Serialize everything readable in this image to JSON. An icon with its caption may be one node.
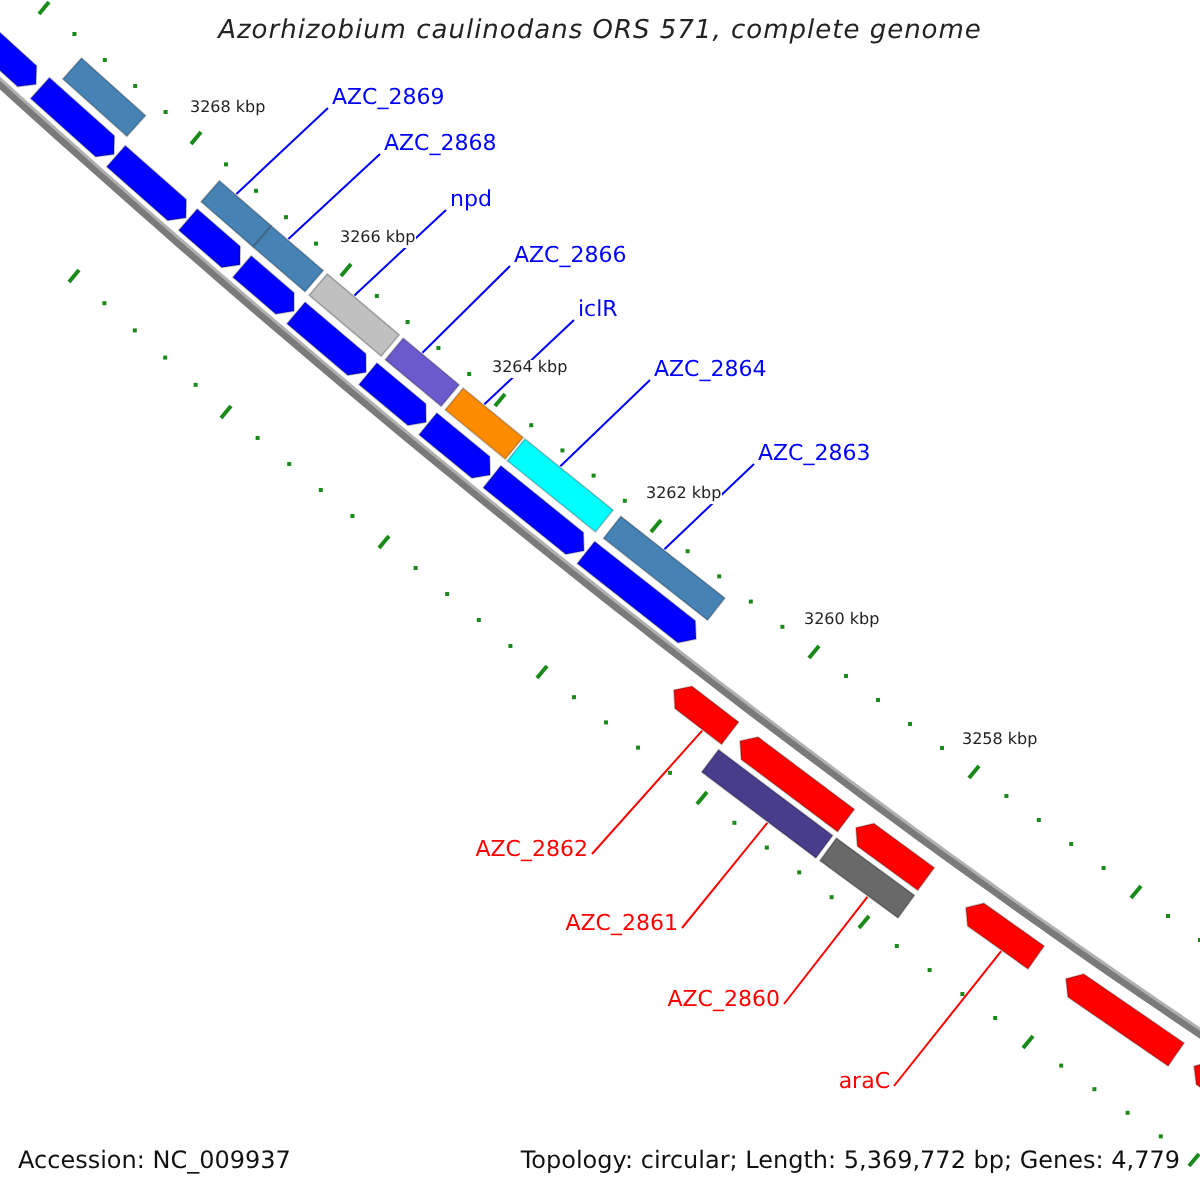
{
  "diagram": {
    "title": "Azorhizobium caulinodans ORS 571, complete genome",
    "nodes": [
      {
        "text": [
          "AZC_2869"
        ]
      },
      {
        "text": [
          "AZC_2868"
        ]
      },
      {
        "text": [
          "npd"
        ]
      },
      {
        "text": [
          "AZC_2866"
        ]
      },
      {
        "text": [
          "iclR"
        ]
      },
      {
        "text": [
          "AZC_2864"
        ]
      },
      {
        "text": [
          "AZC_2863"
        ]
      },
      {
        "text": [
          "AZC_2862"
        ]
      },
      {
        "text": [
          "AZC_2861"
        ]
      },
      {
        "text": [
          "AZC_2860"
        ]
      },
      {
        "text": [
          "araC"
        ]
      },
      {
        "text": [],
        "shape": "bar"
      },
      {
        "text": [],
        "shape": "bar"
      },
      {
        "text": [],
        "shape": "bar"
      },
      {
        "text": [],
        "shape": "bar"
      },
      {
        "text": [],
        "shape": "bar"
      },
      {
        "text": [],
        "shape": "bar"
      },
      {
        "text": [],
        "shape": "bar"
      },
      {
        "text": [],
        "shape": "bar"
      },
      {
        "text": [],
        "shape": "bar"
      },
      {
        "text": [],
        "shape": "bar"
      },
      {
        "text": [],
        "shape": "bar"
      },
      {
        "text": [],
        "shape": "bar"
      },
      {
        "text": [],
        "shape": "bar"
      },
      {
        "text": [],
        "shape": "bar"
      },
      {
        "text": [],
        "shape": "bar"
      },
      {
        "text": [],
        "shape": "bar"
      },
      {
        "text": [],
        "shape": "bar"
      },
      {
        "text": [],
        "shape": "bar"
      },
      {
        "text": [],
        "shape": "bar"
      },
      {
        "text": [],
        "shape": "bar"
      },
      {
        "text": [],
        "shape": "bar"
      },
      {
        "text": [],
        "shape": "bar"
      },
      {
        "text": [],
        "shape": "bar"
      },
      {
        "text": [],
        "shape": "bar"
      },
      {
        "text": [],
        "shape": "bar"
      },
      {
        "text": [],
        "shape": "bar"
      }
    ],
    "edges": [
      {
        "from": 0,
        "to": 12,
        "arrow": "none"
      },
      {
        "from": 1,
        "to": 13,
        "arrow": "none"
      },
      {
        "from": 2,
        "to": 14,
        "arrow": "none"
      },
      {
        "from": 3,
        "to": 15,
        "arrow": "none"
      },
      {
        "from": 4,
        "to": 16,
        "arrow": "none"
      },
      {
        "from": 5,
        "to": 17,
        "arrow": "none"
      },
      {
        "from": 6,
        "to": 18,
        "arrow": "none"
      },
      {
        "from": 7,
        "to": 29,
        "arrow": "none",
        "color": "#ff0000"
      },
      {
        "from": 8,
        "to": 35,
        "arrow": "none",
        "color": "#ff0000"
      },
      {
        "from": 9,
        "to": 36,
        "arrow": "none",
        "color": "#ff0000"
      },
      {
        "from": 10,
        "to": 32,
        "arrow": "none",
        "color": "#ff0000"
      }
    ],
    "labels": [
      "3268 kbp",
      "3266 kbp",
      "3264 kbp",
      "3262 kbp",
      "3260 kbp",
      "3258 kbp",
      "Accession: NC_009937",
      "Topology: circular; Length: 5,369,772 bp; Genes: 4,779"
    ]
  }
}
